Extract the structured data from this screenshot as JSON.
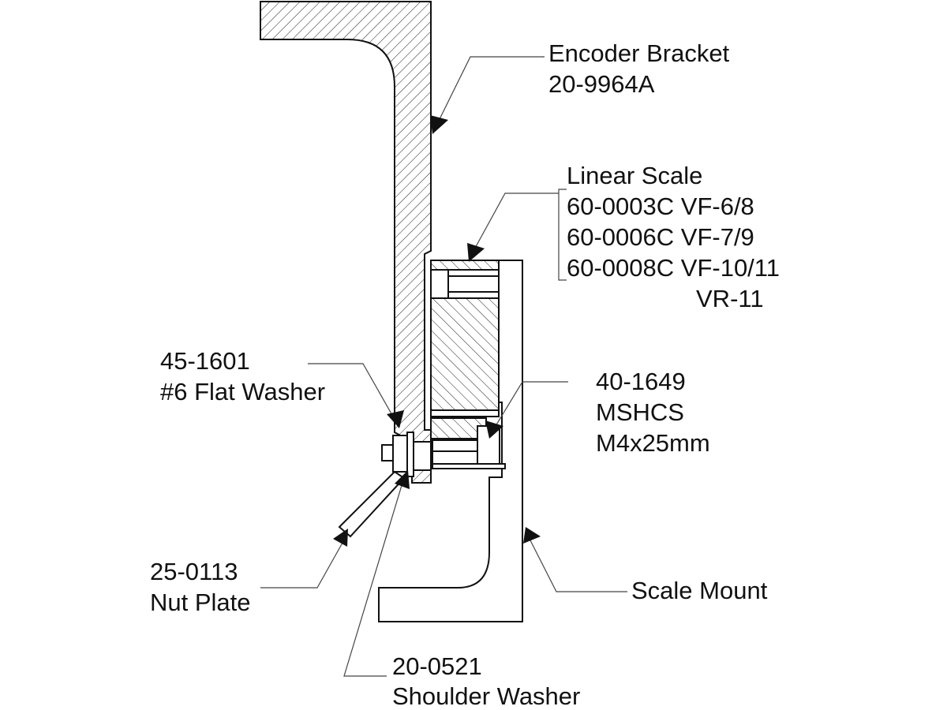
{
  "labels": {
    "encoder_bracket": {
      "name": "Encoder Bracket",
      "part_number": "20-9964A"
    },
    "linear_scale": {
      "name": "Linear Scale",
      "variants": [
        "60-0003C VF-6/8",
        "60-0006C VF-7/9",
        "60-0008C VF-10/11",
        "VR-11"
      ]
    },
    "flat_washer": {
      "part_number": "45-1601",
      "name": "#6 Flat Washer"
    },
    "mshcs": {
      "part_number": "40-1649",
      "name": "MSHCS",
      "size": "M4x25mm"
    },
    "nut_plate": {
      "part_number": "25-0113",
      "name": "Nut Plate"
    },
    "scale_mount": {
      "name": "Scale Mount"
    },
    "shoulder_washer": {
      "part_number": "20-0521",
      "name": "Shoulder Washer"
    }
  },
  "colors": {
    "line": "#111111",
    "leader": "#444444",
    "background": "#ffffff"
  }
}
